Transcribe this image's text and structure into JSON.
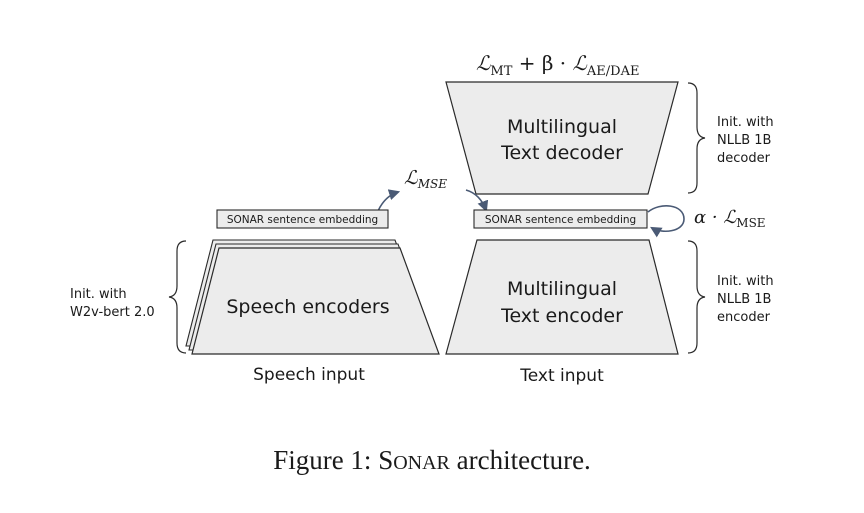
{
  "diagram": {
    "loss_top": {
      "l1": "ℒ",
      "mt_sub": "MT",
      "plus_beta": " + β · ",
      "l2": "ℒ",
      "ae_sub": "AE/DAE"
    },
    "loss_mse_left": {
      "l": "ℒ",
      "sub": "MSE"
    },
    "loss_mse_right": {
      "alpha": "α · ",
      "l": "ℒ",
      "sub": "MSE"
    },
    "decoder": {
      "line1": "Multilingual",
      "line2": "Text decoder"
    },
    "text_encoder": {
      "line1": "Multilingual",
      "line2": "Text encoder"
    },
    "speech_encoder": {
      "label": "Speech encoders"
    },
    "embedding_left": "SONAR sentence embedding",
    "embedding_right": "SONAR sentence embedding",
    "init_decoder": [
      "Init. with",
      "NLLB 1B",
      "decoder"
    ],
    "init_encoder": [
      "Init. with",
      "NLLB 1B",
      "encoder"
    ],
    "init_speech": [
      "Init. with",
      "W2v-bert 2.0"
    ],
    "speech_input": "Speech input",
    "text_input": "Text input"
  },
  "caption": {
    "prefix": "Figure 1: ",
    "sonar_S": "S",
    "sonar_rest": "ONAR",
    "suffix": " architecture."
  }
}
